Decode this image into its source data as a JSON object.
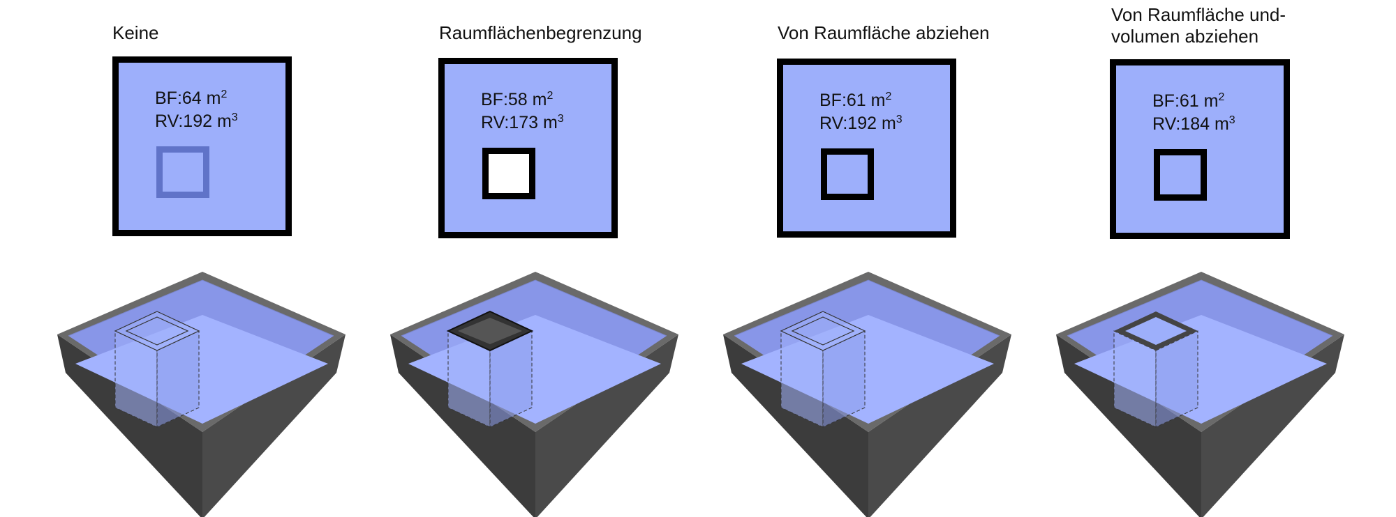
{
  "panels": [
    {
      "title": "Keine",
      "bf_label": "BF:",
      "bf_value": "64 m",
      "bf_exp": "2",
      "rv_label": "RV:",
      "rv_value": "192 m",
      "rv_exp": "3",
      "hole_style": "shaft",
      "shaft_top": "open"
    },
    {
      "title": "Raumflächenbegrenzung",
      "bf_label": "BF:",
      "bf_value": "58 m",
      "bf_exp": "2",
      "rv_label": "RV:",
      "rv_value": "173 m",
      "rv_exp": "3",
      "hole_style": "cutout",
      "shaft_top": "dark"
    },
    {
      "title": "Von Raumfläche abziehen",
      "bf_label": "BF:",
      "bf_value": "61 m",
      "bf_exp": "2",
      "rv_label": "RV:",
      "rv_value": "192 m",
      "rv_exp": "3",
      "hole_style": "framed",
      "shaft_top": "open"
    },
    {
      "title": "Von Raumfläche und-\nvolumen abziehen",
      "bf_label": "BF:",
      "bf_value": "61 m",
      "bf_exp": "2",
      "rv_label": "RV:",
      "rv_value": "184 m",
      "rv_exp": "3",
      "hole_style": "framed",
      "shaft_top": "frame"
    }
  ],
  "colors": {
    "room_fill": "#9daffb",
    "room_floor": "#a3b3ff",
    "room_back_wall": "#8896e8",
    "wall_border": "#000000",
    "shaft_outline": "#6073c8",
    "wall_3d_left": "#3c3c3c",
    "wall_3d_right": "#4a4a4a",
    "wall_3d_top": "#6a6a6a",
    "cutout_fill": "#ffffff"
  }
}
